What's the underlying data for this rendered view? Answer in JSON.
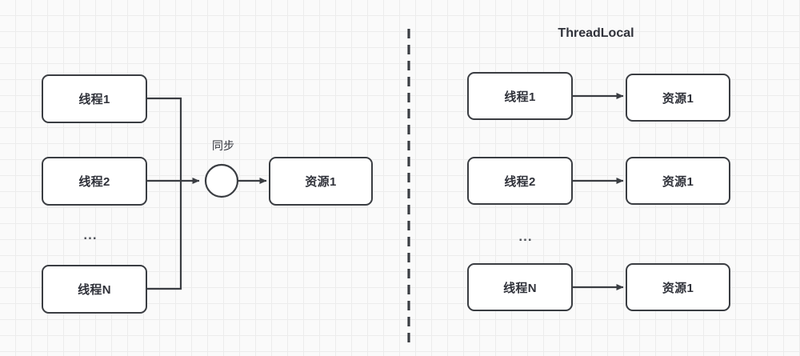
{
  "diagram": {
    "background_color": "#fafafa",
    "grid_color": "#ececec",
    "stroke_color": "#3a3d42",
    "text_color": "#30323a",
    "box_fill": "#ffffff"
  },
  "left_panel": {
    "title": "",
    "threads": [
      {
        "label": "线程1"
      },
      {
        "label": "线程2"
      },
      {
        "label": "线程N"
      }
    ],
    "ellipsis": "...",
    "sync_label": "同步",
    "resource": {
      "label": "资源1"
    }
  },
  "right_panel": {
    "title": "ThreadLocal",
    "ellipsis": "...",
    "rows": [
      {
        "thread": "线程1",
        "resource": "资源1"
      },
      {
        "thread": "线程2",
        "resource": "资源1"
      },
      {
        "thread": "线程N",
        "resource": "资源1"
      }
    ]
  }
}
